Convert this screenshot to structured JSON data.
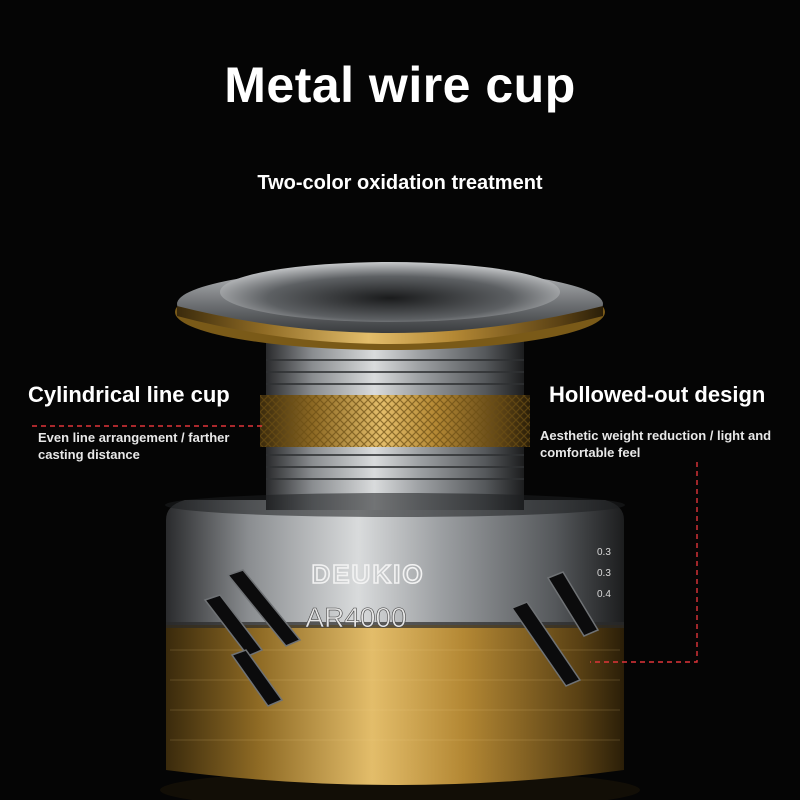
{
  "heading": {
    "title": "Metal wire cup",
    "subtitle": "Two-color oxidation treatment"
  },
  "features": {
    "left": {
      "title": "Cylindrical line cup",
      "description": "Even line arrangement / farther casting distance"
    },
    "right": {
      "title": "Hollowed-out design",
      "description": "Aesthetic weight reduction / light and comfortable feel"
    }
  },
  "product": {
    "brand": "DEUKIO",
    "model": "AR4000",
    "spool_side_marks": [
      "0.3",
      "0.3",
      "0.4"
    ]
  },
  "colors": {
    "background": "#000000",
    "gold": "#c9a047",
    "silver": "#a9acae",
    "leader_line": "#e0343a"
  }
}
